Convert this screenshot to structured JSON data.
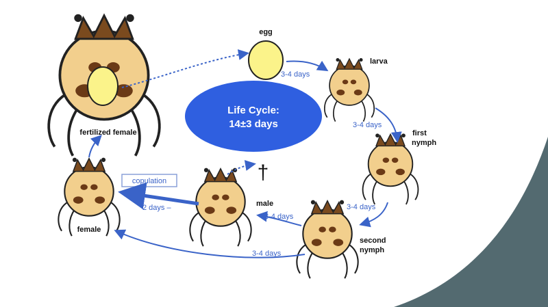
{
  "slide": {
    "accent": "#536a70",
    "diagram_blue": "#2f5fe0",
    "arrow_blue": "#3a63c8"
  },
  "center": {
    "line1": "Life Cycle:",
    "line2": "14±3 days"
  },
  "stages": {
    "egg": "egg",
    "larva": "larva",
    "first_nymph_1": "first",
    "first_nymph_2": "nymph",
    "second_nymph_1": "second",
    "second_nymph_2": "nymph",
    "male": "male",
    "female": "female",
    "fertilized_female": "fertilized female"
  },
  "durations": {
    "egg_to_larva": "3-4 days",
    "larva_to_first": "3-4 days",
    "first_to_second": "3-4 days",
    "second_to_male": "3-4 days",
    "second_to_female": "3-4 days",
    "male_to_female": "2 days –"
  },
  "copulation": "copulation",
  "death_symbol": "†"
}
